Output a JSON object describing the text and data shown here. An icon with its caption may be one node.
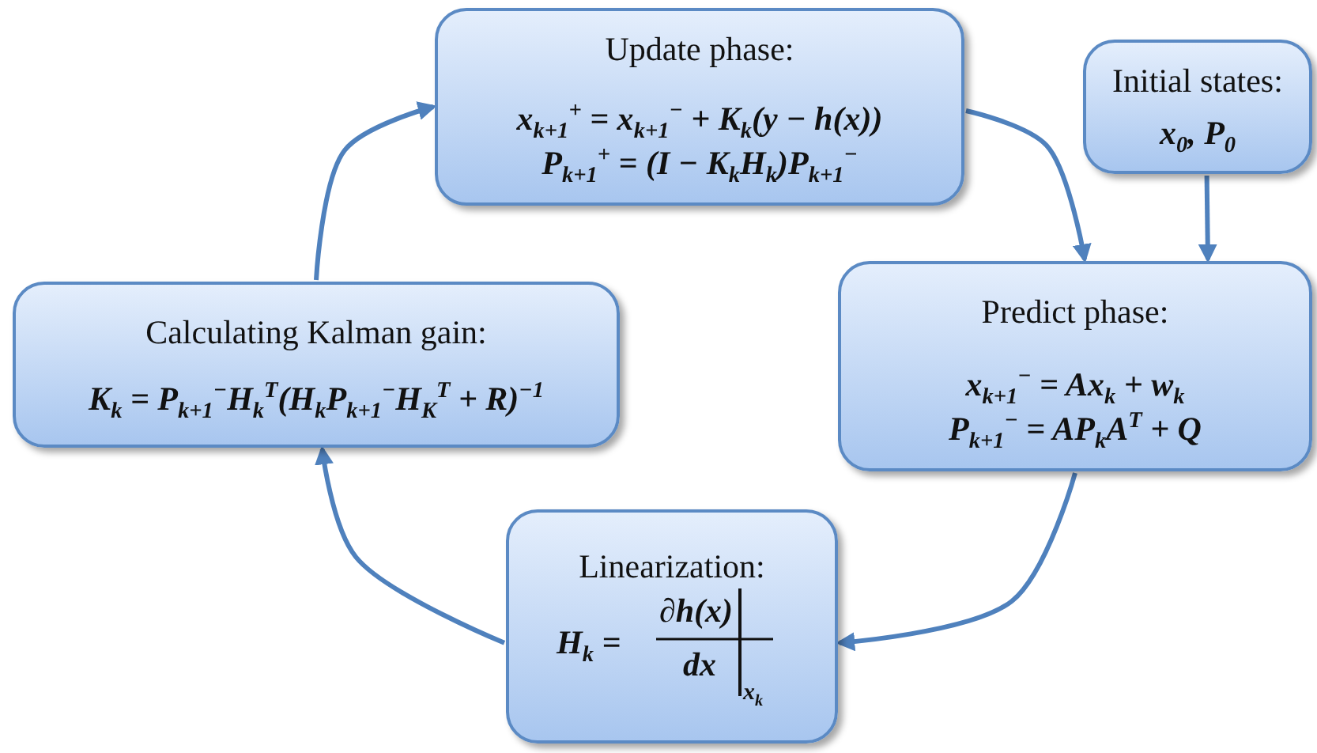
{
  "diagram": {
    "nodes": [
      {
        "text": [
          "Update phase:",
          "x$_{k+1}$$^{+}$ = x$_{k+1}$$^{−}$ + K$_{k}$(y − h(x))",
          "P$_{k+1}$$^{+}$ = (I − K$_{k}$H$_{k}$)P$_{k+1}$$^{−}$"
        ]
      },
      {
        "text": [
          "Initial states:",
          "x$_{0}$, P$_{0}$"
        ]
      },
      {
        "text": [
          "Calculating Kalman gain:",
          "K$_{k}$ = P$_{k+1}$$^{−}$H$_{k}$$^{T}$(H$_{k}$P$_{k+1}$$^{−}$H$_{K}$$^{T}$ + R)$^{−1}$"
        ]
      },
      {
        "text": [
          "Predict phase:",
          "x$_{k+1}$$^{−}$ = Ax$_{k}$ + w$_{k}$",
          "P$_{k+1}$$^{−}$ = AP$_{k}$A$^{T}$ + Q"
        ]
      },
      {
        "text": [
          "Linearization:",
          "H$_{k}$ =",
          "∂h(x)",
          "dx",
          "x$_{k}$"
        ]
      }
    ],
    "edges": [
      {
        "from": 0,
        "to": 3,
        "arrow": "to"
      },
      {
        "from": 1,
        "to": 3,
        "arrow": "to"
      },
      {
        "from": 3,
        "to": 4,
        "arrow": "to"
      },
      {
        "from": 4,
        "to": 2,
        "arrow": "to"
      },
      {
        "from": 2,
        "to": 0,
        "arrow": "to"
      }
    ]
  }
}
